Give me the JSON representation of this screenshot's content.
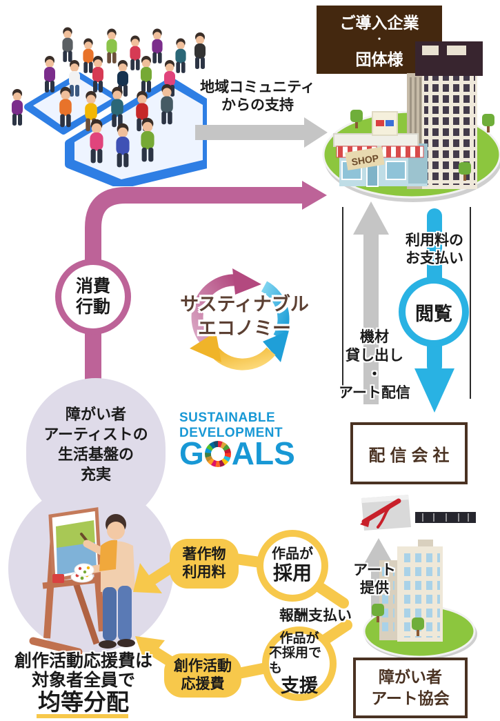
{
  "colors": {
    "pink_arrow": "#bd6398",
    "blue_arrow": "#29b2e3",
    "yellow": "#f7c84b",
    "gray_arrow": "#c5c5c5",
    "dark_brown_box": "#44280f",
    "brown_border_text": "#4a3222",
    "lavender_blob": "#dfdbe9",
    "green_ground": "#8cc63e",
    "sdg_blue": "#1898d5",
    "cycle_text_brown": "#5c4033"
  },
  "company": {
    "box_lines": [
      "ご導入企業",
      "・",
      "団体様"
    ],
    "shop_sign": "SHOP"
  },
  "labels": {
    "community_support": [
      "地域コミュニティ",
      "からの支持"
    ],
    "consumption": [
      "消費",
      "行動"
    ],
    "cycle": [
      "サスティナブル",
      "エコノミー"
    ],
    "usage_fee": [
      "利用料の",
      "お支払い"
    ],
    "view": "閲覧",
    "equipment": [
      "機材",
      "貸し出し",
      "・",
      "アート配信"
    ],
    "art_provision": [
      "アート",
      "提供"
    ],
    "reward": "報酬支払い"
  },
  "sdgs": {
    "line1": "SUSTAINABLE",
    "line2": "DEVELOPMENT",
    "goals_start": "G",
    "goals_end": "ALS"
  },
  "artist": {
    "base_lines": [
      "障がい者",
      "アーティストの",
      "生活基盤の",
      "充実"
    ]
  },
  "boxes": {
    "distribution": "配信会社",
    "association": [
      "障がい者",
      "アート協会"
    ]
  },
  "flow": {
    "adopted_small": "作品が",
    "adopted_big": "採用",
    "copyright": [
      "著作物",
      "利用料"
    ],
    "rejected_1": "作品が",
    "rejected_2": "不採用でも",
    "rejected_big": "支援",
    "support": [
      "創作活動",
      "応援費"
    ],
    "equal_line1": "創作活動応援費は",
    "equal_line2": "対象者全員で",
    "equal_line3": "均等分配"
  }
}
